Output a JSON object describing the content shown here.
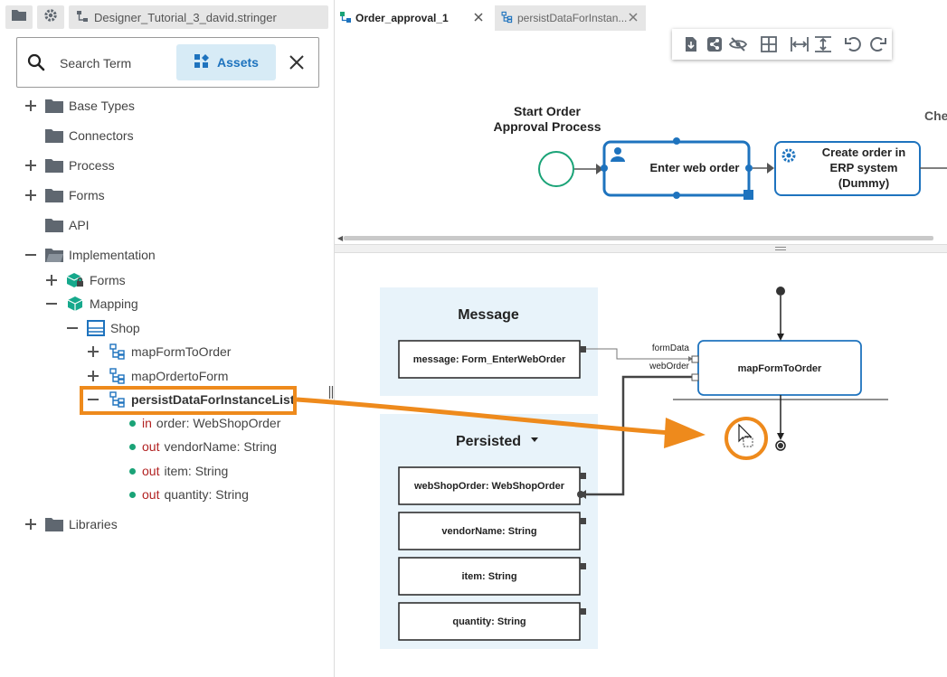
{
  "left_tabs": {
    "project_name": "Designer_Tutorial_3_david.stringer"
  },
  "search": {
    "placeholder": "Search Term",
    "assets_label": "Assets"
  },
  "tree": {
    "base_types": "Base Types",
    "connectors": "Connectors",
    "process": "Process",
    "forms": "Forms",
    "api": "API",
    "implementation": "Implementation",
    "impl_forms": "Forms",
    "mapping": "Mapping",
    "shop": "Shop",
    "map_form_to_order": "mapFormToOrder",
    "map_order_to_form": "mapOrdertoForm",
    "persist": "persistDataForInstanceList",
    "params": [
      {
        "kind": "in",
        "text": "order: WebShopOrder"
      },
      {
        "kind": "out",
        "text": "vendorName: String"
      },
      {
        "kind": "out",
        "text": "item: String"
      },
      {
        "kind": "out",
        "text": "quantity: String"
      }
    ],
    "libraries": "Libraries"
  },
  "editor_tabs": {
    "active": "Order_approval_1",
    "inactive": "persistDataForInstan..."
  },
  "process": {
    "start_title_line1": "Start Order",
    "start_title_line2": "Approval Process",
    "task1": "Enter web order",
    "task2_line1": "Create order in",
    "task2_line2": "ERP system",
    "task2_line3": "(Dummy)",
    "cut_label": "Che"
  },
  "mapping": {
    "message_title": "Message",
    "message_item": "message: Form_EnterWebOrder",
    "persisted_title": "Persisted",
    "persisted_items": [
      "webShopOrder: WebShopOrder",
      "vendorName: String",
      "item: String",
      "quantity: String"
    ],
    "node_name": "mapFormToOrder",
    "port_form_data": "formData",
    "port_web_order": "webOrder"
  },
  "colors": {
    "accent_blue": "#1e73be",
    "highlight_orange": "#ee8a1c",
    "param_green": "#1aa377",
    "start_event_green": "#1aa377",
    "panel_bg": "#e8f3fa"
  },
  "icons": {
    "folder": "folder-icon",
    "gear": "gear-icon",
    "project": "project-icon",
    "search": "search-icon",
    "assets": "assets-icon",
    "close": "close-icon",
    "user_task": "user-icon",
    "service_task": "gear-icon"
  }
}
